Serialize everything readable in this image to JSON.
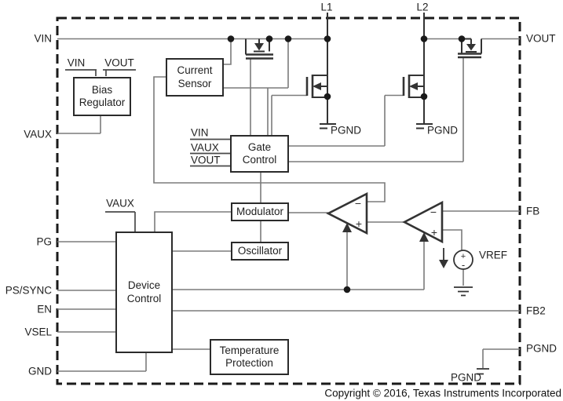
{
  "pins": {
    "left": [
      "VIN",
      "VAUX",
      "PG",
      "PS/SYNC",
      "EN",
      "VSEL",
      "GND"
    ],
    "right": [
      "VOUT",
      "FB",
      "FB2",
      "PGND"
    ],
    "top": [
      "L1",
      "L2"
    ]
  },
  "blocks": {
    "bias_regulator": "Bias Regulator",
    "current_sensor": "Current Sensor",
    "gate_control": "Gate Control",
    "modulator": "Modulator",
    "oscillator": "Oscillator",
    "device_control": "Device Control",
    "temperature_protection": "Temperature Protection"
  },
  "block_inputs": {
    "bias_regulator": [
      "VIN",
      "VOUT"
    ],
    "gate_control": [
      "VIN",
      "VAUX",
      "VOUT"
    ],
    "device_control": "VAUX"
  },
  "labels": {
    "vref": "VREF",
    "pgnd_phase1": "PGND",
    "pgnd_phase2": "PGND",
    "pgnd_bottom": "PGND"
  },
  "comparator": {
    "minus": "−",
    "plus": "+"
  },
  "vref_source": {
    "plus": "+",
    "minus": "-"
  },
  "footer": {
    "copyright": "Copyright © 2016, Texas Instruments Incorporated"
  },
  "colors": {
    "wire": "#7b7b7b",
    "ink": "#333333",
    "boundary": "#1a1a1a"
  }
}
